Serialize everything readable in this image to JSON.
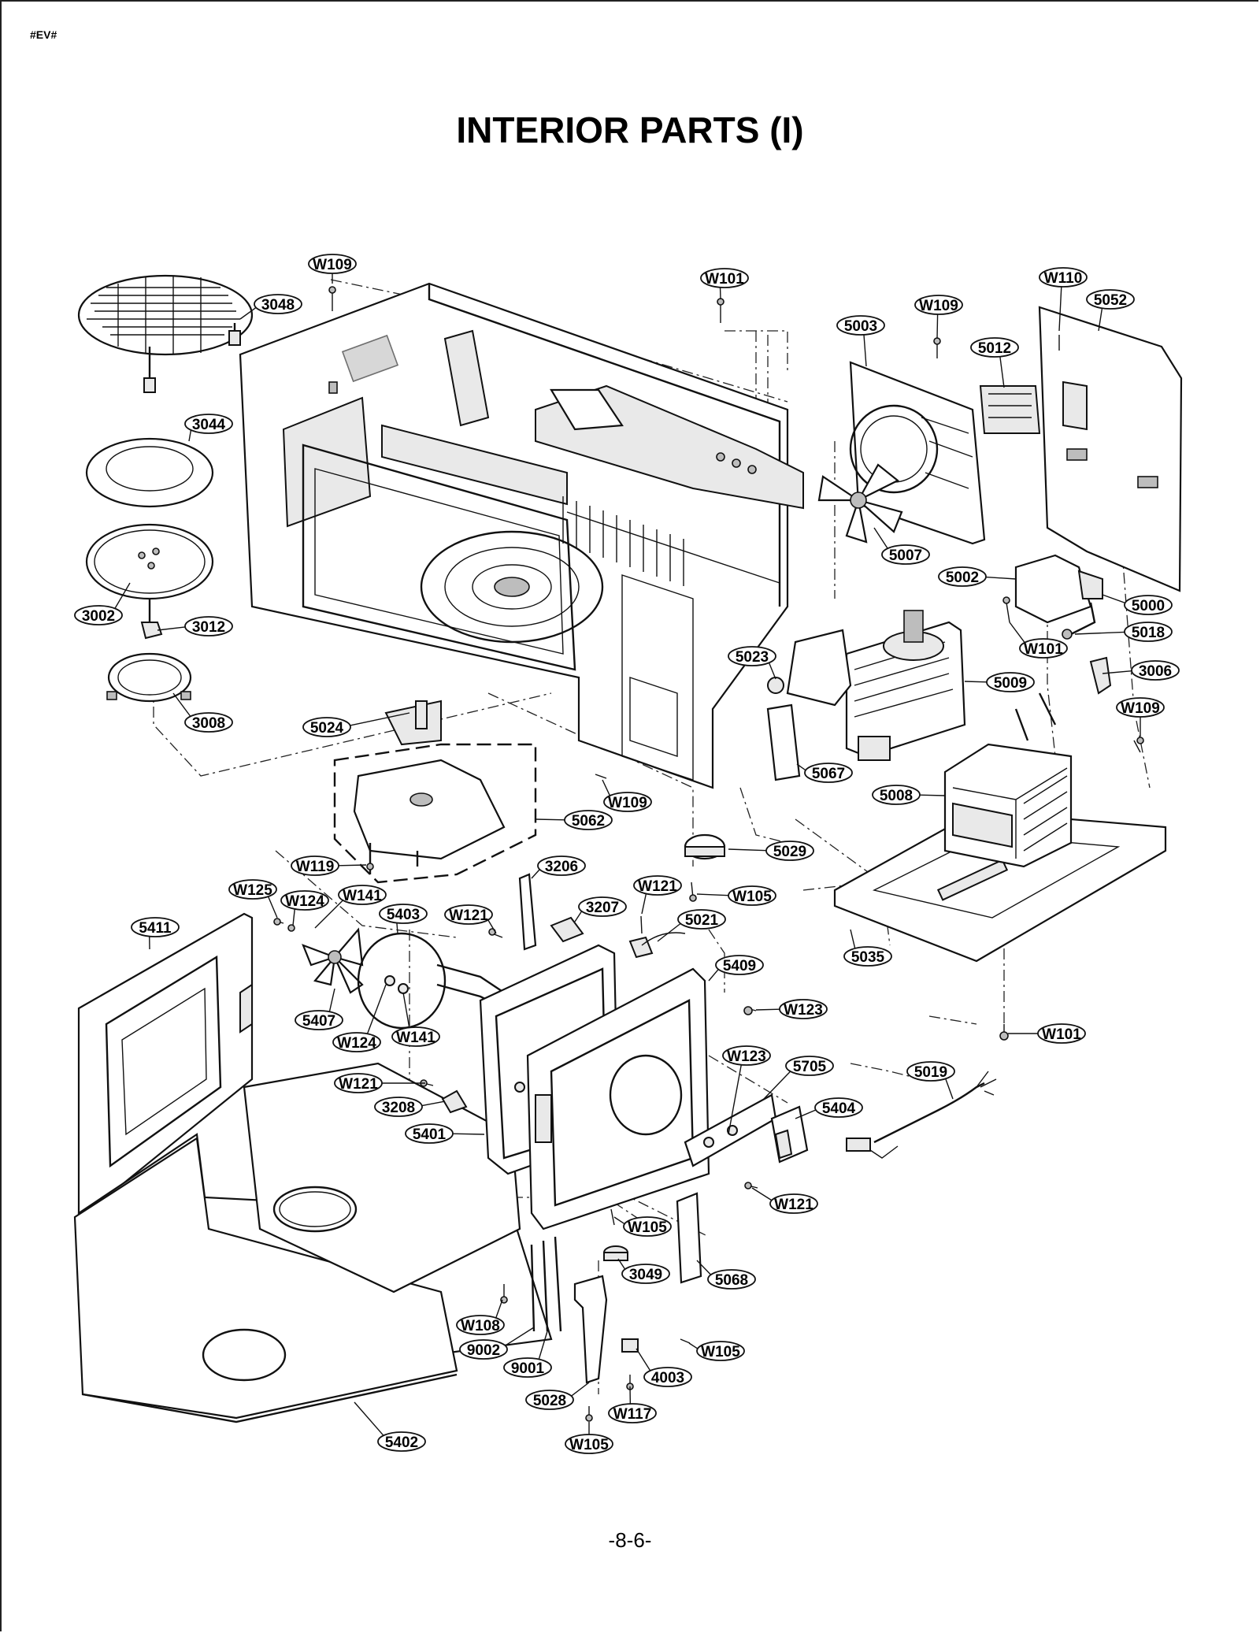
{
  "page": {
    "corner_tag": "#EV#",
    "title": "INTERIOR PARTS (I)",
    "page_number": "-8-6-"
  },
  "part_labels": [
    "W109",
    "3048",
    "W101",
    "W110",
    "5052",
    "W109",
    "5003",
    "5012",
    "3044",
    "5007",
    "5002",
    "5000",
    "3002",
    "3012",
    "5018",
    "W101",
    "3006",
    "5023",
    "5009",
    "W109",
    "3008",
    "5024",
    "5067",
    "5008",
    "W109",
    "5062",
    "5029",
    "W119",
    "3206",
    "W121",
    "W105",
    "W125",
    "W124",
    "W141",
    "5403",
    "W121",
    "3207",
    "5021",
    "5411",
    "5035",
    "5409",
    "W123",
    "5407",
    "W124",
    "W141",
    "W101",
    "W123",
    "5705",
    "5019",
    "W121",
    "5404",
    "3208",
    "5401",
    "W121",
    "W105",
    "3049",
    "5068",
    "W108",
    "9002",
    "W105",
    "9001",
    "4003",
    "5028",
    "W117",
    "5402",
    "W105"
  ]
}
